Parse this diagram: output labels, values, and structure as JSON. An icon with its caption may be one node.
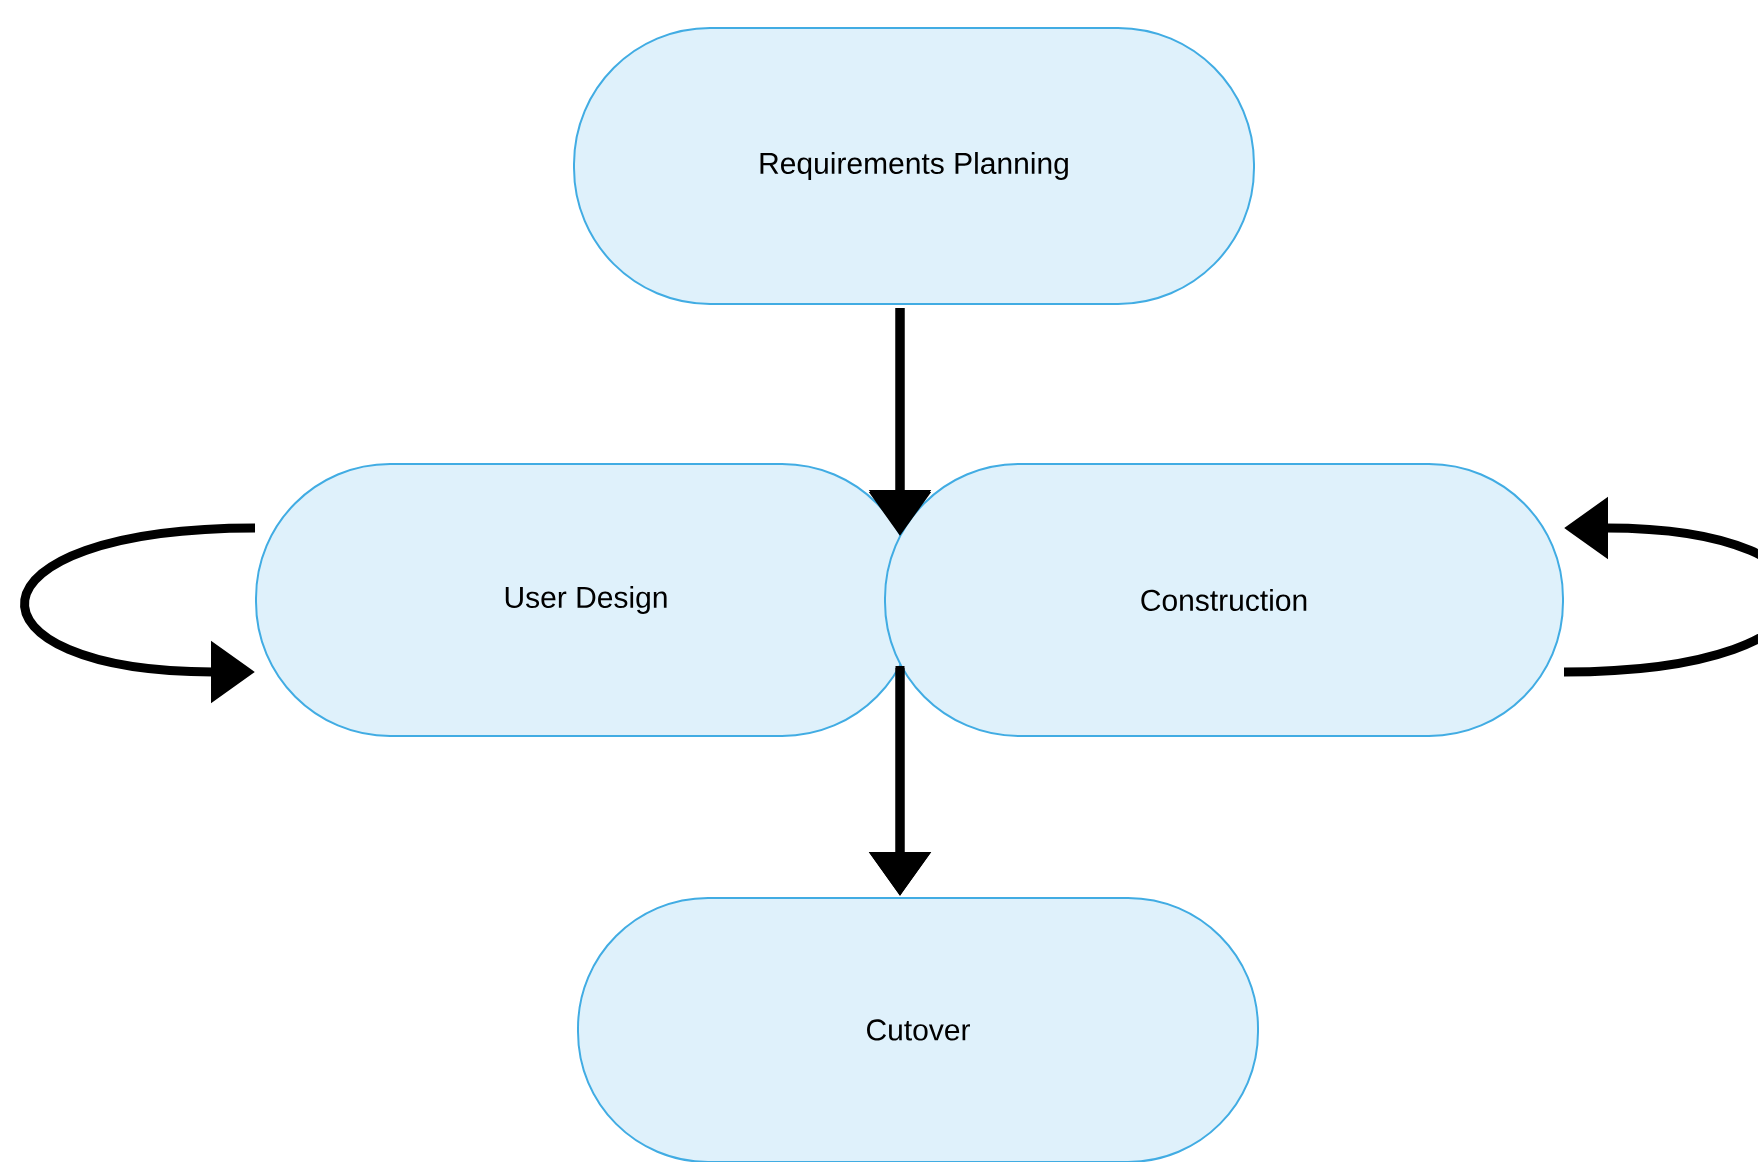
{
  "diagram": {
    "nodes": [
      {
        "text": [
          "Requirements Planning"
        ]
      },
      {
        "text": [
          "User Design"
        ]
      },
      {
        "text": [
          "Construction"
        ]
      },
      {
        "text": [
          "Cutover"
        ]
      }
    ],
    "edges": [
      {
        "from": 0,
        "to": 1,
        "arrow": "to"
      },
      {
        "from": 0,
        "to": 2,
        "arrow": "to"
      },
      {
        "from": 1,
        "to": 1,
        "arrow": "to"
      },
      {
        "from": 2,
        "to": 2,
        "arrow": "to"
      },
      {
        "from": 1,
        "to": 3,
        "arrow": "to"
      },
      {
        "from": 2,
        "to": 3,
        "arrow": "to"
      }
    ]
  }
}
